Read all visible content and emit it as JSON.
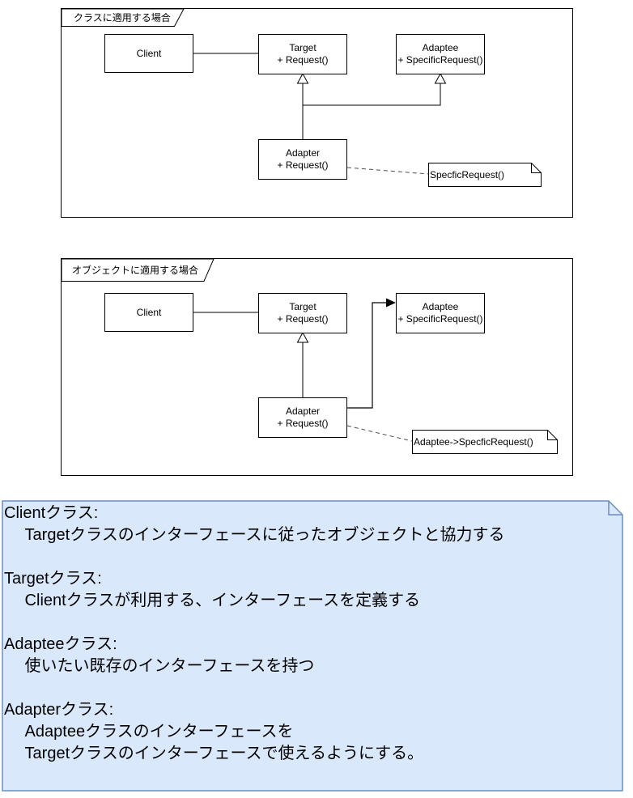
{
  "frames": [
    {
      "label": "クラスに適用する場合",
      "client": {
        "name": "Client"
      },
      "target": {
        "name": "Target",
        "method": "+ Request()"
      },
      "adaptee": {
        "name": "Adaptee",
        "method": "+ SpecificRequest()"
      },
      "adapter": {
        "name": "Adapter",
        "method": "+ Request()"
      },
      "note": "SpecficRequest()"
    },
    {
      "label": "オブジェクトに適用する場合",
      "client": {
        "name": "Client"
      },
      "target": {
        "name": "Target",
        "method": "+ Request()"
      },
      "adaptee": {
        "name": "Adaptee",
        "method": "+ SpecificRequest()"
      },
      "adapter": {
        "name": "Adapter",
        "method": "+ Request()"
      },
      "note": "Adaptee->SpecficRequest()"
    }
  ],
  "description_note": {
    "text": "Clientクラス:\n　 Targetクラスのインターフェースに従ったオブジェクトと協力する\n\nTargetクラス:\n　 Clientクラスが利用する、インターフェースを定義する\n\nAdapteeクラス:\n　 使いたい既存のインターフェースを持つ\n\nAdapterクラス:\n　 Adapteeクラスのインターフェースを\n　 Targetクラスのインターフェースで使えるようにする。",
    "background": "#dae8fc",
    "border": "#6c8ebf"
  },
  "colors": {
    "line": "#000000",
    "box_background": "#ffffff"
  }
}
